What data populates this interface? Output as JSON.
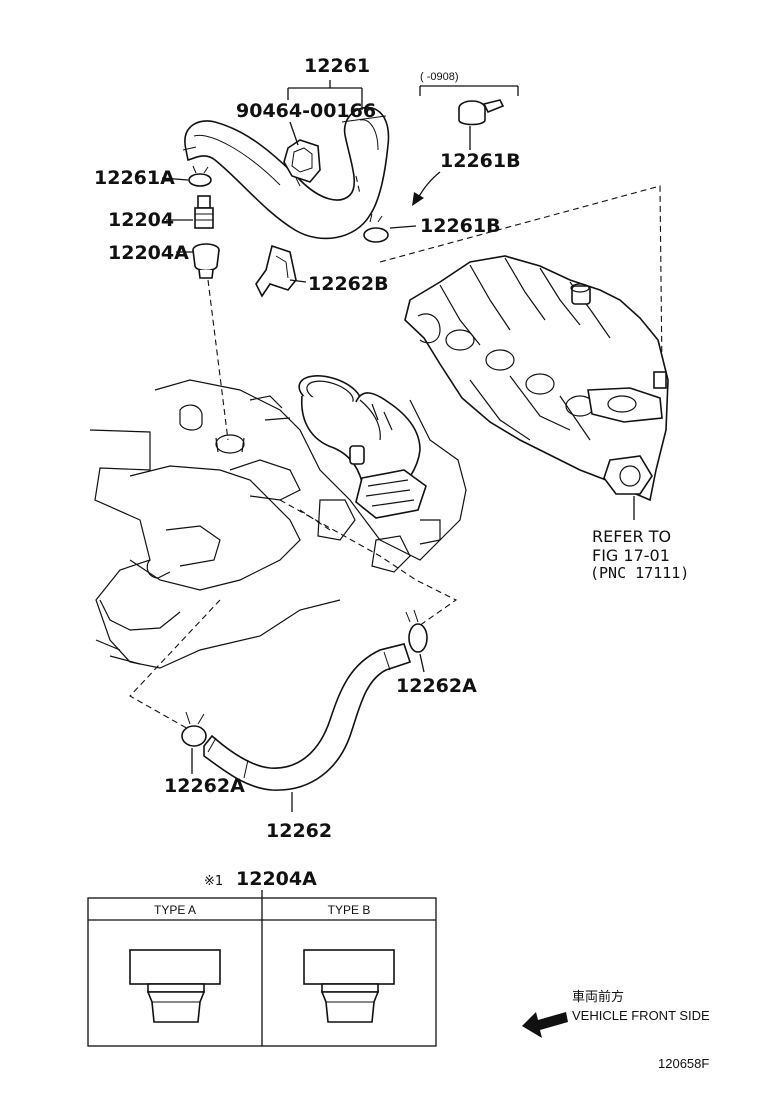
{
  "parts": {
    "hose_upper": "12261",
    "clamp_bolt": "90464-00166",
    "date_range": "(   -0908)",
    "clip_b_upper": "12261B",
    "clip_b_lower": "12261B",
    "clip_a": "12261A",
    "pcv_valve": "12204",
    "grommet": "12204A",
    "clamp_262b": "12262B",
    "clip_262a_right": "12262A",
    "clip_262a_left": "12262A",
    "hose_lower": "12262"
  },
  "reference": {
    "line1": "REFER TO",
    "line2": "FIG 17-01",
    "line3": "(PNC 17111)"
  },
  "variant_table": {
    "title_mark": "※1",
    "title_part": "12204A",
    "type_a": "TYPE A",
    "type_b": "TYPE B"
  },
  "direction": {
    "japanese": "車両前方",
    "english": "VEHICLE FRONT SIDE"
  },
  "figure_id": "120658F"
}
